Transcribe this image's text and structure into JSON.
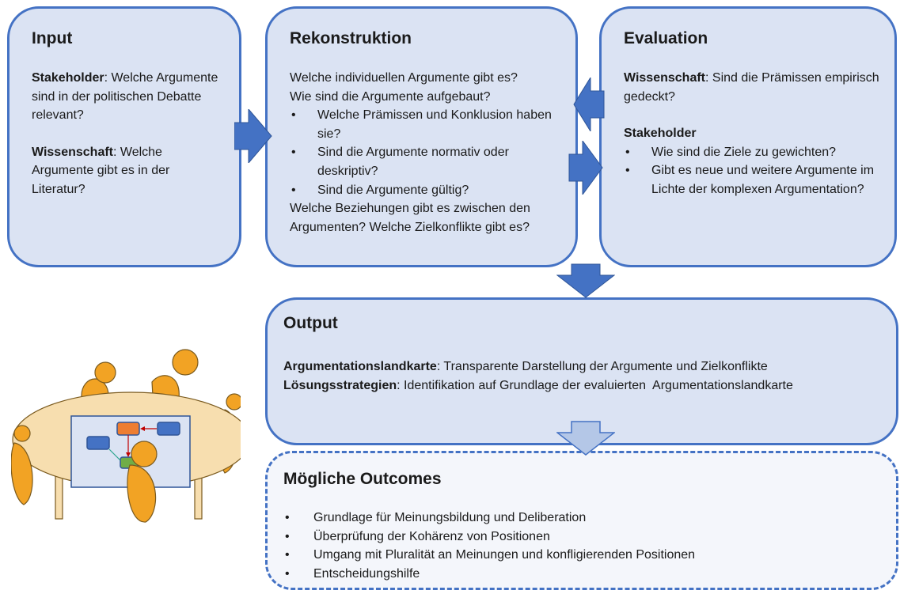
{
  "input": {
    "title": "Input",
    "stakeholder_label": "Stakeholder",
    "stakeholder_text": ": Welche Argumente sind in der politischen Debatte relevant?",
    "science_label": "Wissenschaft",
    "science_text": ": Welche Argumente gibt es in der Literatur?"
  },
  "rekonstruktion": {
    "title": "Rekonstruktion",
    "line1": "Welche individuellen Argumente gibt es?",
    "line2": "Wie sind die Argumente aufgebaut?",
    "bullets": [
      "Welche Prämissen und Konklusion haben sie?",
      "Sind die Argumente normativ oder deskriptiv?",
      "Sind die Argumente gültig?"
    ],
    "closing": "Welche Beziehungen gibt es zwischen den Argumenten? Welche Zielkonflikte gibt es?"
  },
  "evaluation": {
    "title": "Evaluation",
    "science_label": "Wissenschaft",
    "science_text": ": Sind die Prämissen empirisch gedeckt?",
    "stakeholder_label": "Stakeholder",
    "bullets": [
      "Wie sind die Ziele zu gewichten?",
      "Gibt es neue und weitere Argumente im Lichte der komplexen Argumentation?"
    ]
  },
  "output": {
    "title": "Output",
    "line1_label": "Argumentationslandkarte",
    "line1_text": ": Transparente Darstellung der Argumente und Zielkonflikte",
    "line2_label": "Lösungsstrategien",
    "line2_text": ": Identifikation auf Grundlage der evaluierten  Argumentationslandkarte"
  },
  "outcomes": {
    "title": "Mögliche Outcomes",
    "bullets": [
      "Grundlage für Meinungsbildung und Deliberation",
      "Überprüfung der Kohärenz von Positionen",
      "Umgang mit Pluralität an Meinungen und konfligierenden Positionen",
      "Entscheidungshilfe"
    ]
  },
  "colors": {
    "box_fill": "#dbe3f3",
    "box_border": "#4472c4",
    "arrow_fill": "#4472c4",
    "arrow_light": "#b4c7e7",
    "person": "#f2a324",
    "table": "#f7deaf"
  }
}
